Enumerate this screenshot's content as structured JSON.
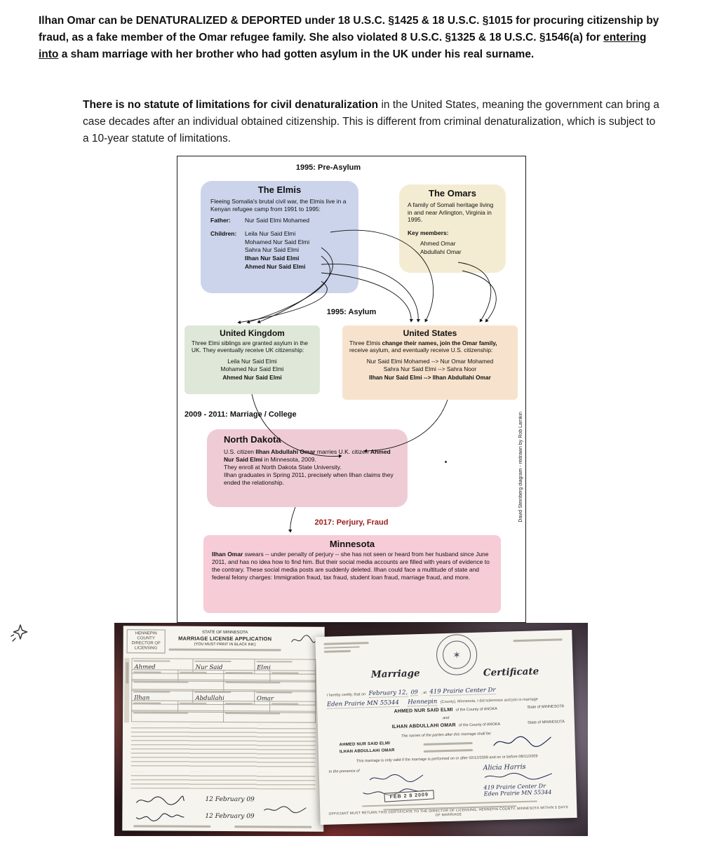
{
  "intro": {
    "p1_seg1": "Ilhan Omar can be DENATURALIZED & DEPORTED under 18 U.S.C. §1425 & 18 U.S.C. §1015 for procuring citizenship by fraud, as a fake member of the Omar refugee family. She also violated 8 U.S.C. §1325 & 18 U.S.C. §1546(a) for ",
    "p1_seg2": "entering into",
    "p1_seg3": " a sham marriage with her brother who had gotten asylum in the UK under his real surname.",
    "p2_bold": "There is no statute of limitations for civil denaturalization",
    "p2_rest": " in the United States, meaning the government can bring a case decades after an individual obtained citizenship. This is different from criminal denaturalization, which is subject to a 10-year statute of limitations."
  },
  "diagram": {
    "credit": "David Steinberg diagram - redrawn by Rob Larrikin",
    "header_pre_asylum": "1995: Pre-Asylum",
    "header_asylum": "1995: Asylum",
    "header_marriage": "2009 - 2011: Marriage / College",
    "header_perjury": "2017: Perjury, Fraud",
    "elmis": {
      "title": "The Elmis",
      "body": "Fleeing Somalia's brutal civil war, the Elmis live in a Kenyan refugee camp from 1991 to 1995:",
      "father_label": "Father:",
      "father_name": "Nur Said Elmi Mohamed",
      "children_label": "Children:",
      "children": [
        "Leila Nur Said Elmi",
        "Mohamed Nur Said Elmi",
        "Sahra Nur Said Elmi",
        "Ilhan Nur Said Elmi",
        "Ahmed Nur Said Elmi"
      ]
    },
    "omars": {
      "title": "The Omars",
      "body": "A family of Somali heritage living in and near Arlington, Virginia in 1995.",
      "members_label": "Key members:",
      "members": [
        "Ahmed Omar",
        "Abdullahi Omar"
      ]
    },
    "uk": {
      "title": "United Kingdom",
      "body": "Three Elmi siblings are granted asylum in the UK. They eventually receive UK citizenship:",
      "names": [
        "Leila Nur Said Elmi",
        "Mohamed Nur Said Elmi",
        "Ahmed Nur Said Elmi"
      ]
    },
    "us": {
      "title": "United States",
      "body_seg1": "Three Elmis ",
      "body_bold": "change their names, join the Omar family,",
      "body_seg2": " receive asylum, and eventually receive U.S. citizenship:",
      "names": [
        "Nur Said Elmi Mohamed --> Nur Omar Mohamed",
        "Sahra Nur Said Elmi --> Sahra Noor",
        "Ilhan Nur Said Elmi --> Ilhan Abdullahi Omar"
      ]
    },
    "north_dakota": {
      "title": "North Dakota",
      "seg1": "U.S. citizen ",
      "bold1": "Ilhan Abdullahi Omar",
      "seg2": " marries U.K. citizen ",
      "bold2": "Ahmed Nur Said Elmi",
      "seg3": " in Minnesota, 2009.",
      "seg4": "They enroll at North Dakota State University.",
      "seg5": "Ilhan graduates in Spring 2011, precisely when Ilhan claims they ended the relationship."
    },
    "minnesota": {
      "title": "Minnesota",
      "bold1": "Ilhan Omar",
      "seg1": " swears -- under penalty of perjury -- she has not seen or heard from her husband since June 2011, and has no idea how to find him. But their social media accounts are filled with years of evidence to the contrary. These social media posts are suddenly deleted. Ilhan could face a multitude of state and federal felony charges: Immigration fraud, tax fraud, student loan fraud, marriage fraud, and more."
    }
  },
  "photo": {
    "application": {
      "corner": "HENNEPIN COUNTY DIRECTOR OF LICENSING",
      "state": "STATE OF MINNESOTA",
      "title": "MARRIAGE LICENSE APPLICATION",
      "print_note": "(YOU MUST PRINT IN BLACK INK)",
      "groom_first": "Ahmed",
      "groom_middle": "Nur Said",
      "groom_last": "Elmi",
      "bride_first": "Ilhan",
      "bride_middle": "Abdullahi",
      "bride_last": "Omar",
      "date_signed_1": "12 February 09",
      "date_signed_2": "12 February 09"
    },
    "certificate": {
      "title_word1": "Marriage",
      "title_word2": "Certificate",
      "sp1": "I hereby certify, that on",
      "hw_date": "February 12,",
      "hw_year": "09",
      "sp2": ", at",
      "hw_place": "419 Prairie Center Dr",
      "hw_city": "Eden Prairie MN 55344",
      "hw_county": "Hennepin",
      "sp3": "(County), Minnesota, I did solemnize and join in marriage",
      "party1": "AHMED NUR SAID ELMI",
      "party1_county": "of the County of ANOKA",
      "party1_state": "State of MINNESOTA",
      "conj": "and",
      "party2": "ILHAN ABDULLAHI OMAR",
      "party2_county": "of the County of ANOKA",
      "party2_state": "State of MINNESOTA",
      "names_after_label": "The names of the parties after this marriage shall be:",
      "validity": "This marriage is only valid if the marriage is performed on or after 02/12/2009 and on or before 08/11/2009",
      "presence": "In the presence of",
      "witness_name": "Alicia Harris",
      "witness_addr1": "419 Prairie Center Dr",
      "witness_addr2": "Eden Prairie MN 55344",
      "stamp": "FEB 2 8 2009",
      "footer": "OFFICIANT MUST RETURN THIS CERTIFICATE TO THE DIRECTOR OF LICENSING, HENNEPIN COUNTY, MINNESOTA WITHIN 5 DAYS OF MARRIAGE"
    }
  }
}
